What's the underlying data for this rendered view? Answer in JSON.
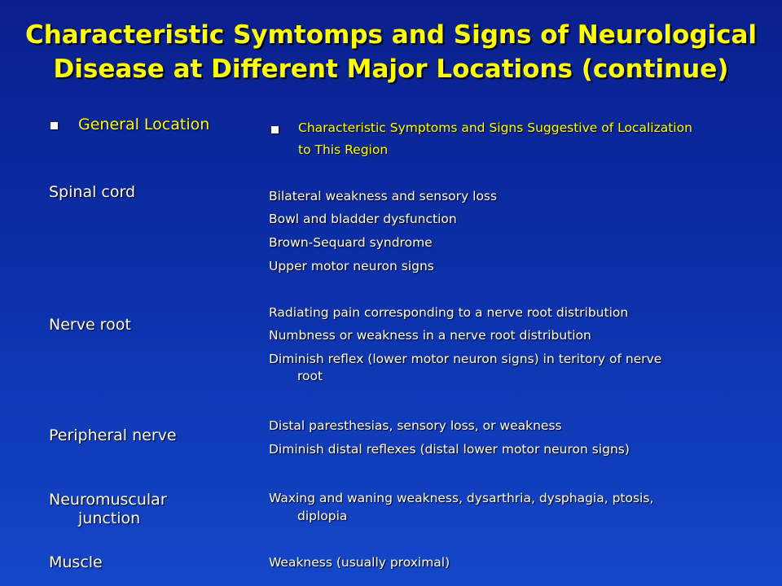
{
  "title_line1": "Characteristic Symtomps and Signs of Neurological",
  "title_line2": "Disease at Different Major Locations (continue)",
  "headers": {
    "left": "General Location",
    "right_line1": "Characteristic Symptoms and Signs Suggestive of Localization",
    "right_line2": "to This Region"
  },
  "locations": {
    "spinal_cord": "Spinal cord",
    "nerve_root": "Nerve root",
    "peripheral_nerve": "Peripheral nerve",
    "nmj_line1": "Neuromuscular",
    "nmj_line2": "junction",
    "muscle": "Muscle"
  },
  "symptoms": {
    "spinal_1": "Bilateral weakness and sensory loss",
    "spinal_2": "Bowl and bladder dysfunction",
    "spinal_3": "Brown-Sequard syndrome",
    "spinal_4": "Upper motor neuron signs",
    "root_1": "Radiating pain corresponding to a nerve root distribution",
    "root_2": "Numbness or weakness in a nerve root distribution",
    "root_3_line1": "Diminish reflex (lower motor neuron signs) in teritory of nerve",
    "root_3_line2": "root",
    "periph_1": "Distal paresthesias, sensory loss, or weakness",
    "periph_2": "Diminish distal reflexes (distal lower motor neuron signs)",
    "nmj_line1": "Waxing and waning weakness, dysarthria, dysphagia, ptosis,",
    "nmj_line2": "diplopia",
    "muscle_1": "Weakness (usually proximal)"
  }
}
